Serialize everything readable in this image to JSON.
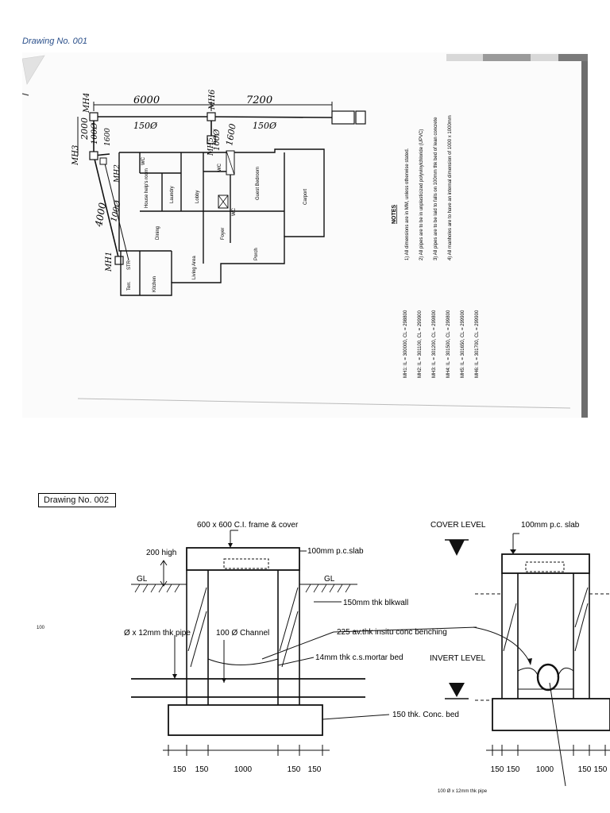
{
  "drawing1": {
    "title": "Drawing No. 001",
    "dimensions": {
      "d6000": "6000",
      "d7200": "7200",
      "d2000": "2000",
      "d4000": "4000",
      "d1600": "1600",
      "pipe150a": "150Ø",
      "pipe150b": "150Ø",
      "pipe100a": "100Ø",
      "pipe100b": "100Ø",
      "pipe100c": "100Ø",
      "small_dim": "1600"
    },
    "manholes": {
      "mh1": "MH1",
      "mh2": "MH2",
      "mh3": "MH3",
      "mh4": "MH4",
      "mh5": "MH5",
      "mh6": "MH6"
    },
    "rooms": {
      "wc1": "WC",
      "house_helps_room": "House help's room",
      "laundry": "Laundry",
      "dining": "Dining",
      "lobby": "Lobby",
      "living_area": "Living Area",
      "kitchen": "Kitchen",
      "terr": "Terr.",
      "str": "STR",
      "wc2": "WC",
      "wc3": "WC",
      "guest_bedroom": "Guest Bedroom",
      "foyer": "Foyer",
      "porch": "Porch",
      "carport": "Carport"
    },
    "notes": {
      "heading": "NOTES",
      "items": [
        "1) All dimensions are in MM, unless otherwise stated.",
        "2) All pipes are to be in unplasticized polyvinylchloride (UPVC)",
        "3) All pipes are to be laid to falls on 100mm thk bed of lean concrete",
        "4) All manholes are to have an internal dimension of 1000 x 1000mm"
      ]
    },
    "levels": [
      "MH1:  IL = 300000,   CL = 298800",
      "MH2:  IL = 301100,   CL = 299900",
      "MH3:  IL = 301200,   CL = 299800",
      "MH4:  IL = 301500,   CL = 299800",
      "MH5:  IL = 301650,   CL = 299900",
      "MH6:  IL = 301700,   CL = 299900"
    ]
  },
  "drawing2": {
    "title": "Drawing No. 002",
    "labels": {
      "frame_cover": "600 x 600 C.I. frame  & cover",
      "slab_left": "100mm p.c.slab",
      "high200": "200 high",
      "gl_left": "GL",
      "gl_right": "GL",
      "blockwall": "150mm thk blkwall",
      "pipe": "Ø x 12mm thk pipe",
      "channel": "100 Ø Channel",
      "benching": "225 av.thk insitu conc benching",
      "mortar": "14mm thk c.s.mortar bed",
      "conc_bed": "150 thk. Conc. bed",
      "cover_level": "COVER LEVEL",
      "slab_right": "100mm p.c. slab",
      "invert_level": "INVERT LEVEL"
    },
    "dims_left": [
      "150",
      "150",
      "1000",
      "150",
      "150"
    ],
    "dims_right": [
      "150",
      "150",
      "1000",
      "150",
      "150"
    ],
    "stray_label": "100",
    "bottom_note": "100   Ø   x   12mm    thk   pipe"
  }
}
